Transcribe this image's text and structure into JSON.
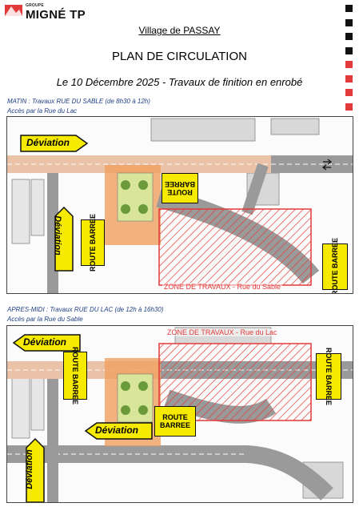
{
  "logo": {
    "prefix": "GROUPE",
    "name": "MIGNÉ TP"
  },
  "header": {
    "village": "Village de PASSAY",
    "title": "PLAN DE CIRCULATION",
    "date_line": "Le 10 Décembre 2025 - Travaux de finition en enrobé"
  },
  "colors": {
    "accent_red": "#e23a3a",
    "sign_yellow": "#f6ea00",
    "section_blue": "#1f3f86"
  },
  "morning": {
    "title": "MATIN : Travaux RUE DU SABLE (de 8h30 à 12h)",
    "access": "Accès par la Rue du Lac",
    "deviation_1": "Déviation",
    "deviation_2": "Déviation",
    "route_barree_1": "ROUTE BARREE",
    "route_barree_2": "ROUTE BARREE",
    "route_barree_3": "ROUTE BARREE",
    "zone": "ZONE DE TRAVAUX - Rue du Sable"
  },
  "afternoon": {
    "title": "APRES-MIDI : Travaux RUE DU LAC (de 12h à 16h30)",
    "access": "Accès par la Rue du Sable",
    "deviation_1": "Déviation",
    "deviation_2": "Déviation",
    "deviation_3": "Déviation",
    "route_barree_1": "ROUTE BARREE",
    "route_barree_2": "ROUTE BARREE",
    "route_barree_3": "ROUTE BARREE",
    "zone": "ZONE DE TRAVAUX - Rue du Lac"
  }
}
